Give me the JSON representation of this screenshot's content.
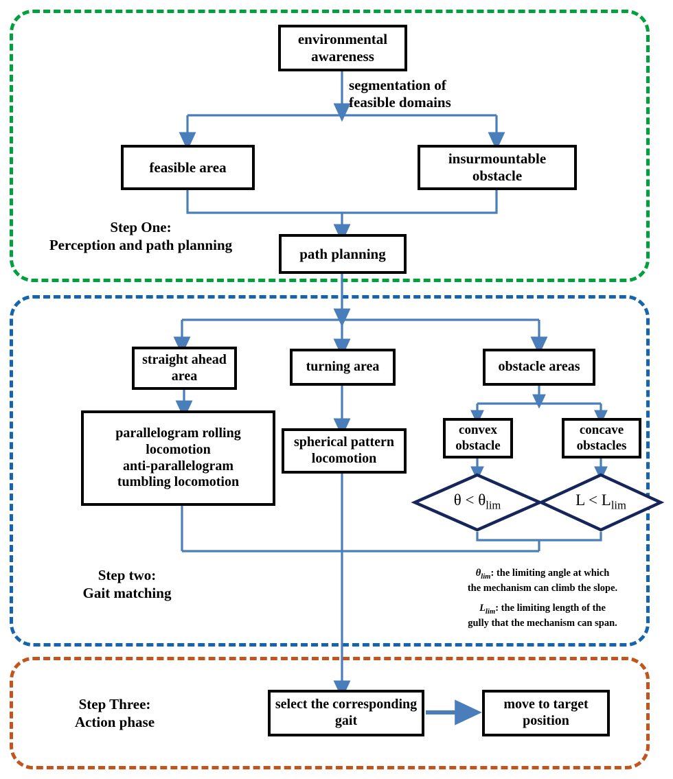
{
  "diagram": {
    "title": "Perception, gait matching and action phase flowchart",
    "colors": {
      "phase_one_border": "#00a03c",
      "phase_two_border": "#1565ae",
      "phase_three_border": "#c0561e",
      "connector": "#4a7ebb",
      "node_border": "#000000",
      "decision_border": "#16265a",
      "text": "#000000"
    }
  },
  "phases": [
    {
      "id": "phase-one",
      "label": "Step One:\nPerception and path planning",
      "border_color": "#00a03c"
    },
    {
      "id": "phase-two",
      "label": "Step two:\nGait matching",
      "border_color": "#1565ae"
    },
    {
      "id": "phase-three",
      "label": "Step Three:\nAction phase",
      "border_color": "#c0561e"
    }
  ],
  "nodes": {
    "environmental_awareness": "environmental awareness",
    "feasible_area": "feasible area",
    "insurmountable_obstacle": "insurmountable obstacle",
    "path_planning": "path planning",
    "straight_ahead_area": "straight ahead area",
    "turning_area": "turning area",
    "obstacle_areas": "obstacle areas",
    "parallelogram_locomotion": "parallelogram rolling locomotion anti-parallelogram tumbling locomotion",
    "parallelogram_locomotion_lines": [
      "parallelogram rolling",
      "locomotion",
      "anti-parallelogram",
      "tumbling locomotion"
    ],
    "spherical_pattern_locomotion": "spherical pattern locomotion",
    "convex_obstacle": "convex obstacle",
    "concave_obstacles": "concave obstacles",
    "select_gait": "select the corresponding gait",
    "move_to_target": "move to target position"
  },
  "decisions": {
    "theta_check": {
      "base": "θ < θ",
      "subscript": "lim",
      "full": "θ < θlim"
    },
    "length_check": {
      "base": "L < L",
      "subscript": "lim",
      "full": "L < Llim"
    }
  },
  "edge_labels": {
    "segmentation": "segmentation of\nfeasible domains"
  },
  "legend": [
    {
      "symbol": "θ",
      "subscript": "lim",
      "line1": ": the limiting angle at which",
      "line2": "the mechanism can climb the slope."
    },
    {
      "symbol": "L",
      "subscript": "lim",
      "line1": ": the limiting length of the",
      "line2": "gully that the mechanism can span."
    }
  ]
}
